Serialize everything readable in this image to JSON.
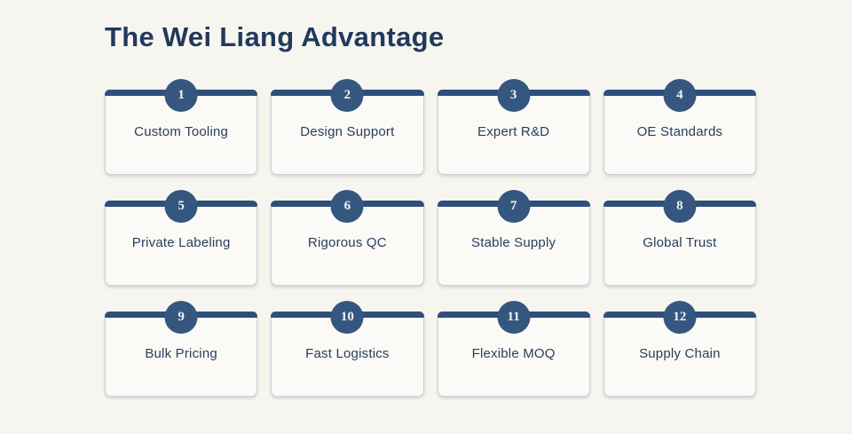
{
  "header": {
    "title": "The Wei Liang Advantage"
  },
  "colors": {
    "page_bg": "#F7F5F0",
    "card_bg": "#FBFAF6",
    "card_border": "#C9D2DD",
    "top_bar_navy": "#2F4F7B",
    "badge_navy": "#35577F",
    "badge_text": "#EFF3F7",
    "title_navy": "#21395C",
    "label_navy": "#2B3E5C"
  },
  "cards": [
    {
      "number": "1",
      "label": "Custom Tooling"
    },
    {
      "number": "2",
      "label": "Design Support"
    },
    {
      "number": "3",
      "label": "Expert R&D"
    },
    {
      "number": "4",
      "label": "OE Standards"
    },
    {
      "number": "5",
      "label": "Private Labeling"
    },
    {
      "number": "6",
      "label": "Rigorous QC"
    },
    {
      "number": "7",
      "label": "Stable Supply"
    },
    {
      "number": "8",
      "label": "Global Trust"
    },
    {
      "number": "9",
      "label": "Bulk Pricing"
    },
    {
      "number": "10",
      "label": "Fast Logistics"
    },
    {
      "number": "11",
      "label": "Flexible MOQ"
    },
    {
      "number": "12",
      "label": "Supply Chain"
    }
  ]
}
